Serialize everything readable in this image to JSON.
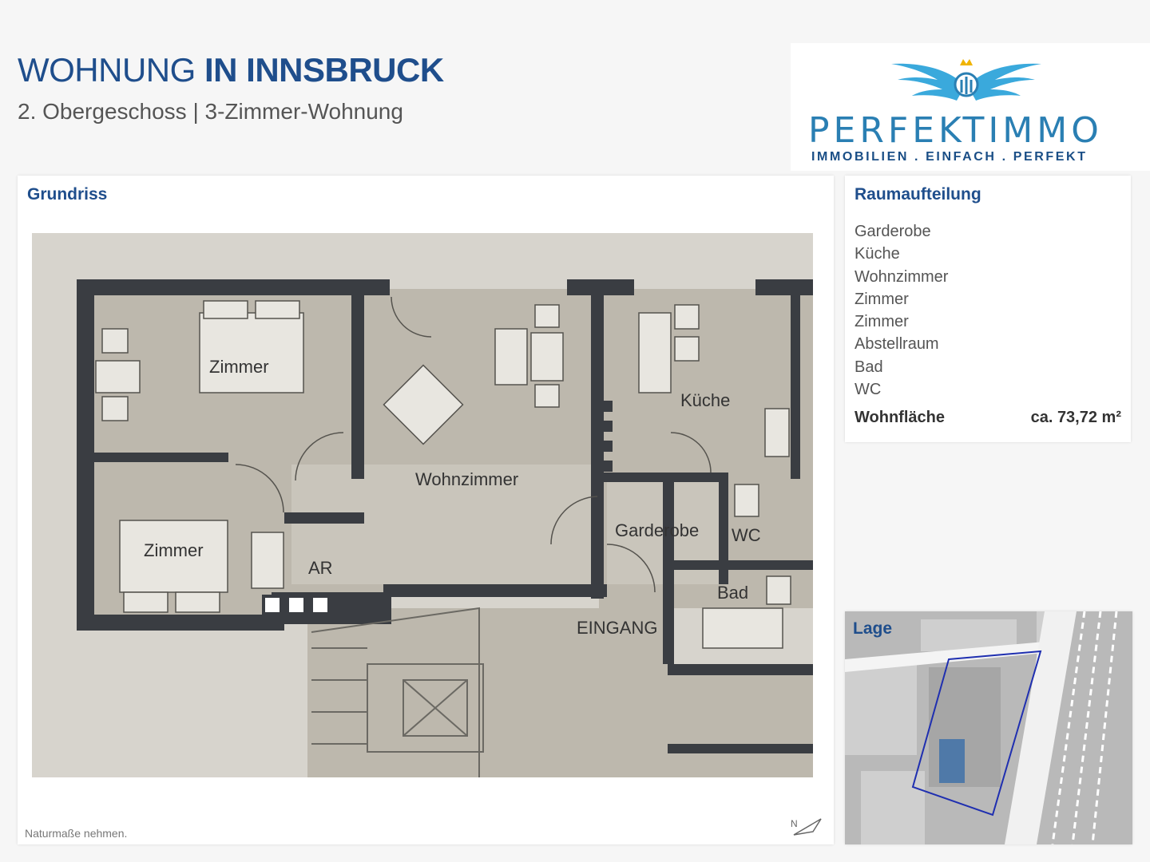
{
  "header": {
    "title_regular": "WOHNUNG",
    "title_bold": "IN INNSBRUCK",
    "subtitle": "2. Obergeschoss | 3-Zimmer-Wohnung"
  },
  "logo": {
    "name": "PERFEKTIMMO",
    "tagline": "IMMOBILIEN . EINFACH . PERFEKT",
    "icon": "winged-crown-logo"
  },
  "floorplan": {
    "title": "Grundriss",
    "note": "Naturmaße nehmen.",
    "north_icon": "north-arrow-icon",
    "labels": {
      "zimmer_1": "Zimmer",
      "zimmer_2": "Zimmer",
      "wohnzimmer": "Wohnzimmer",
      "kueche": "Küche",
      "garderobe": "Garderobe",
      "wc": "WC",
      "bad": "Bad",
      "ar": "AR",
      "eingang": "EINGANG"
    }
  },
  "rooms": {
    "title": "Raumaufteilung",
    "items": [
      "Garderobe",
      "Küche",
      "Wohnzimmer",
      "Zimmer",
      "Zimmer",
      "Abstellraum",
      "Bad",
      "WC"
    ],
    "area_label": "Wohnfläche",
    "area_value": "ca. 73,72 m²"
  },
  "map": {
    "title": "Lage"
  },
  "colors": {
    "accent": "#1f4e8c",
    "logo_blue": "#2a7fb3",
    "wall": "#3a3d42",
    "floor": "#bdb8ad"
  }
}
